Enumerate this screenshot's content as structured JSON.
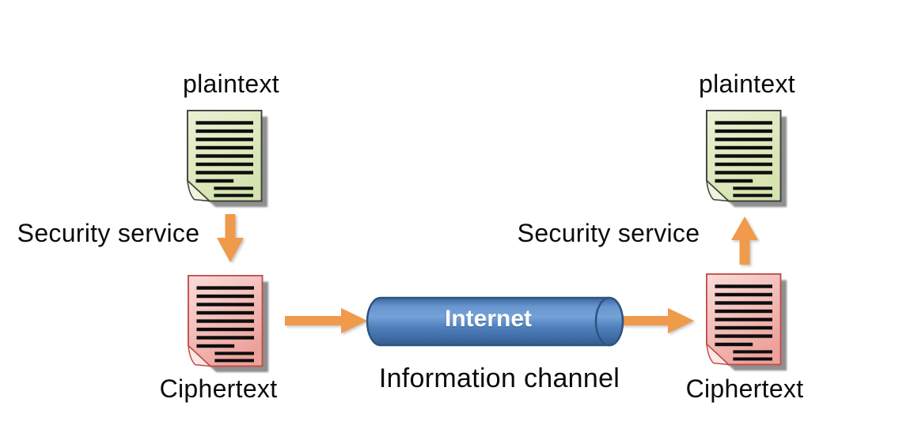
{
  "diagram": {
    "sender": {
      "plaintext_label": "plaintext",
      "security_service_label": "Security service",
      "ciphertext_label": "Ciphertext"
    },
    "receiver": {
      "plaintext_label": "plaintext",
      "security_service_label": "Security service",
      "ciphertext_label": "Ciphertext"
    },
    "channel": {
      "node_label": "Internet",
      "caption": "Information channel"
    },
    "icons": {
      "sender_plaintext": "document-icon",
      "sender_ciphertext": "document-icon",
      "receiver_ciphertext": "document-icon",
      "receiver_plaintext": "document-icon",
      "encrypt": "arrow-down-icon",
      "send": "arrow-right-icon",
      "receive": "arrow-right-icon",
      "decrypt": "arrow-up-icon",
      "internet_node": "cylinder-shape"
    },
    "colors": {
      "background": "#ffffff",
      "label_text": "#0b0b0b",
      "plaintext_doc_fill_light": "#e9f1d3",
      "plaintext_doc_fill_dark": "#d5e3af",
      "plaintext_doc_flap": "#eff5dd",
      "plaintext_doc_border": "#404040",
      "ciphertext_doc_fill_light": "#fadcda",
      "ciphertext_doc_fill_dark": "#eda29b",
      "ciphertext_doc_flap": "#fce9e7",
      "ciphertext_doc_border": "#c0504d",
      "doc_text_line": "#0d0d0d",
      "doc_shadow": "#8f8f8f",
      "arrow": "#f09a4b",
      "cylinder_fill": "#4f81bd",
      "cylinder_highlight": "#74a1d8",
      "cylinder_dark": "#36619a",
      "cylinder_border": "#2e537f",
      "internet_text": "#ffffff"
    }
  }
}
